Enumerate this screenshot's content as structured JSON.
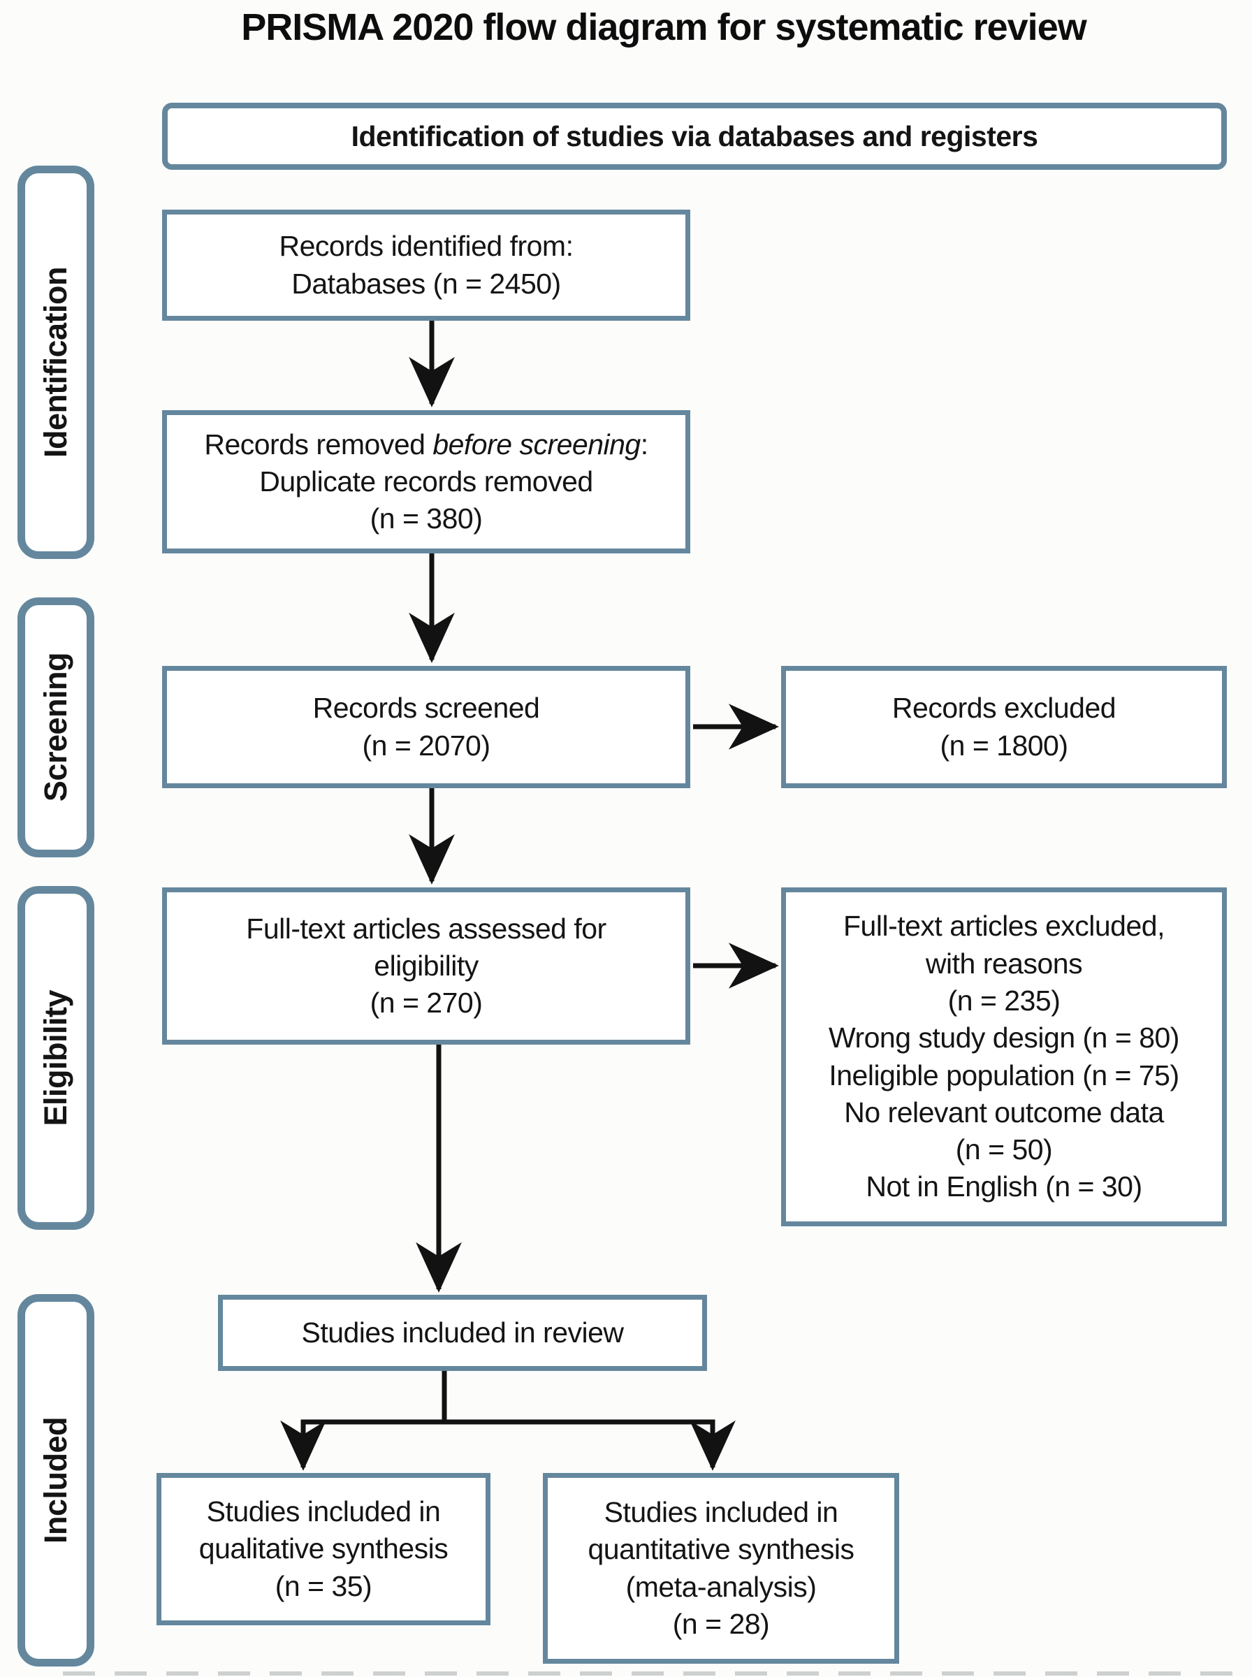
{
  "title": "PRISMA 2020 flow diagram for systematic review",
  "header": {
    "label": "Identification of studies via databases and registers"
  },
  "sidebar": {
    "stages": [
      {
        "label": "Identification"
      },
      {
        "label": "Screening"
      },
      {
        "label": "Eligibility"
      },
      {
        "label": "Included"
      }
    ]
  },
  "boxes": {
    "records_identified": {
      "lines": [
        "Records identified from:",
        "Databases (n = 2450)"
      ]
    },
    "records_removed": {
      "line1": {
        "prefix": "Records removed ",
        "italic": "before screening",
        "suffix": ":"
      },
      "lines": [
        "Duplicate records removed",
        "(n = 380)"
      ]
    },
    "records_screened": {
      "lines": [
        "Records screened",
        "(n = 2070)"
      ]
    },
    "records_excluded": {
      "lines": [
        "Records excluded",
        "(n = 1800)"
      ]
    },
    "fulltext_assessed": {
      "lines": [
        "Full-text articles assessed for",
        "eligibility",
        "(n = 270)"
      ]
    },
    "fulltext_excluded": {
      "lines": [
        "Full-text articles excluded,",
        "with reasons",
        "(n = 235)",
        "Wrong study design (n = 80)",
        "Ineligible population (n = 75)",
        "No relevant outcome data",
        "(n = 50)",
        "Not in English (n = 30)"
      ]
    },
    "included_review": {
      "lines": [
        "Studies included in review"
      ]
    },
    "qualitative_synthesis": {
      "lines": [
        "Studies included in",
        "qualitative synthesis",
        "(n = 35)"
      ]
    },
    "quantitative_synthesis": {
      "lines": [
        "Studies included in",
        "quantitative synthesis",
        "(meta-analysis)",
        "(n = 28)"
      ]
    }
  },
  "colors": {
    "box_border": "#64879d",
    "arrow": "#121212",
    "text": "#141414",
    "background": "#fcfcfb"
  }
}
